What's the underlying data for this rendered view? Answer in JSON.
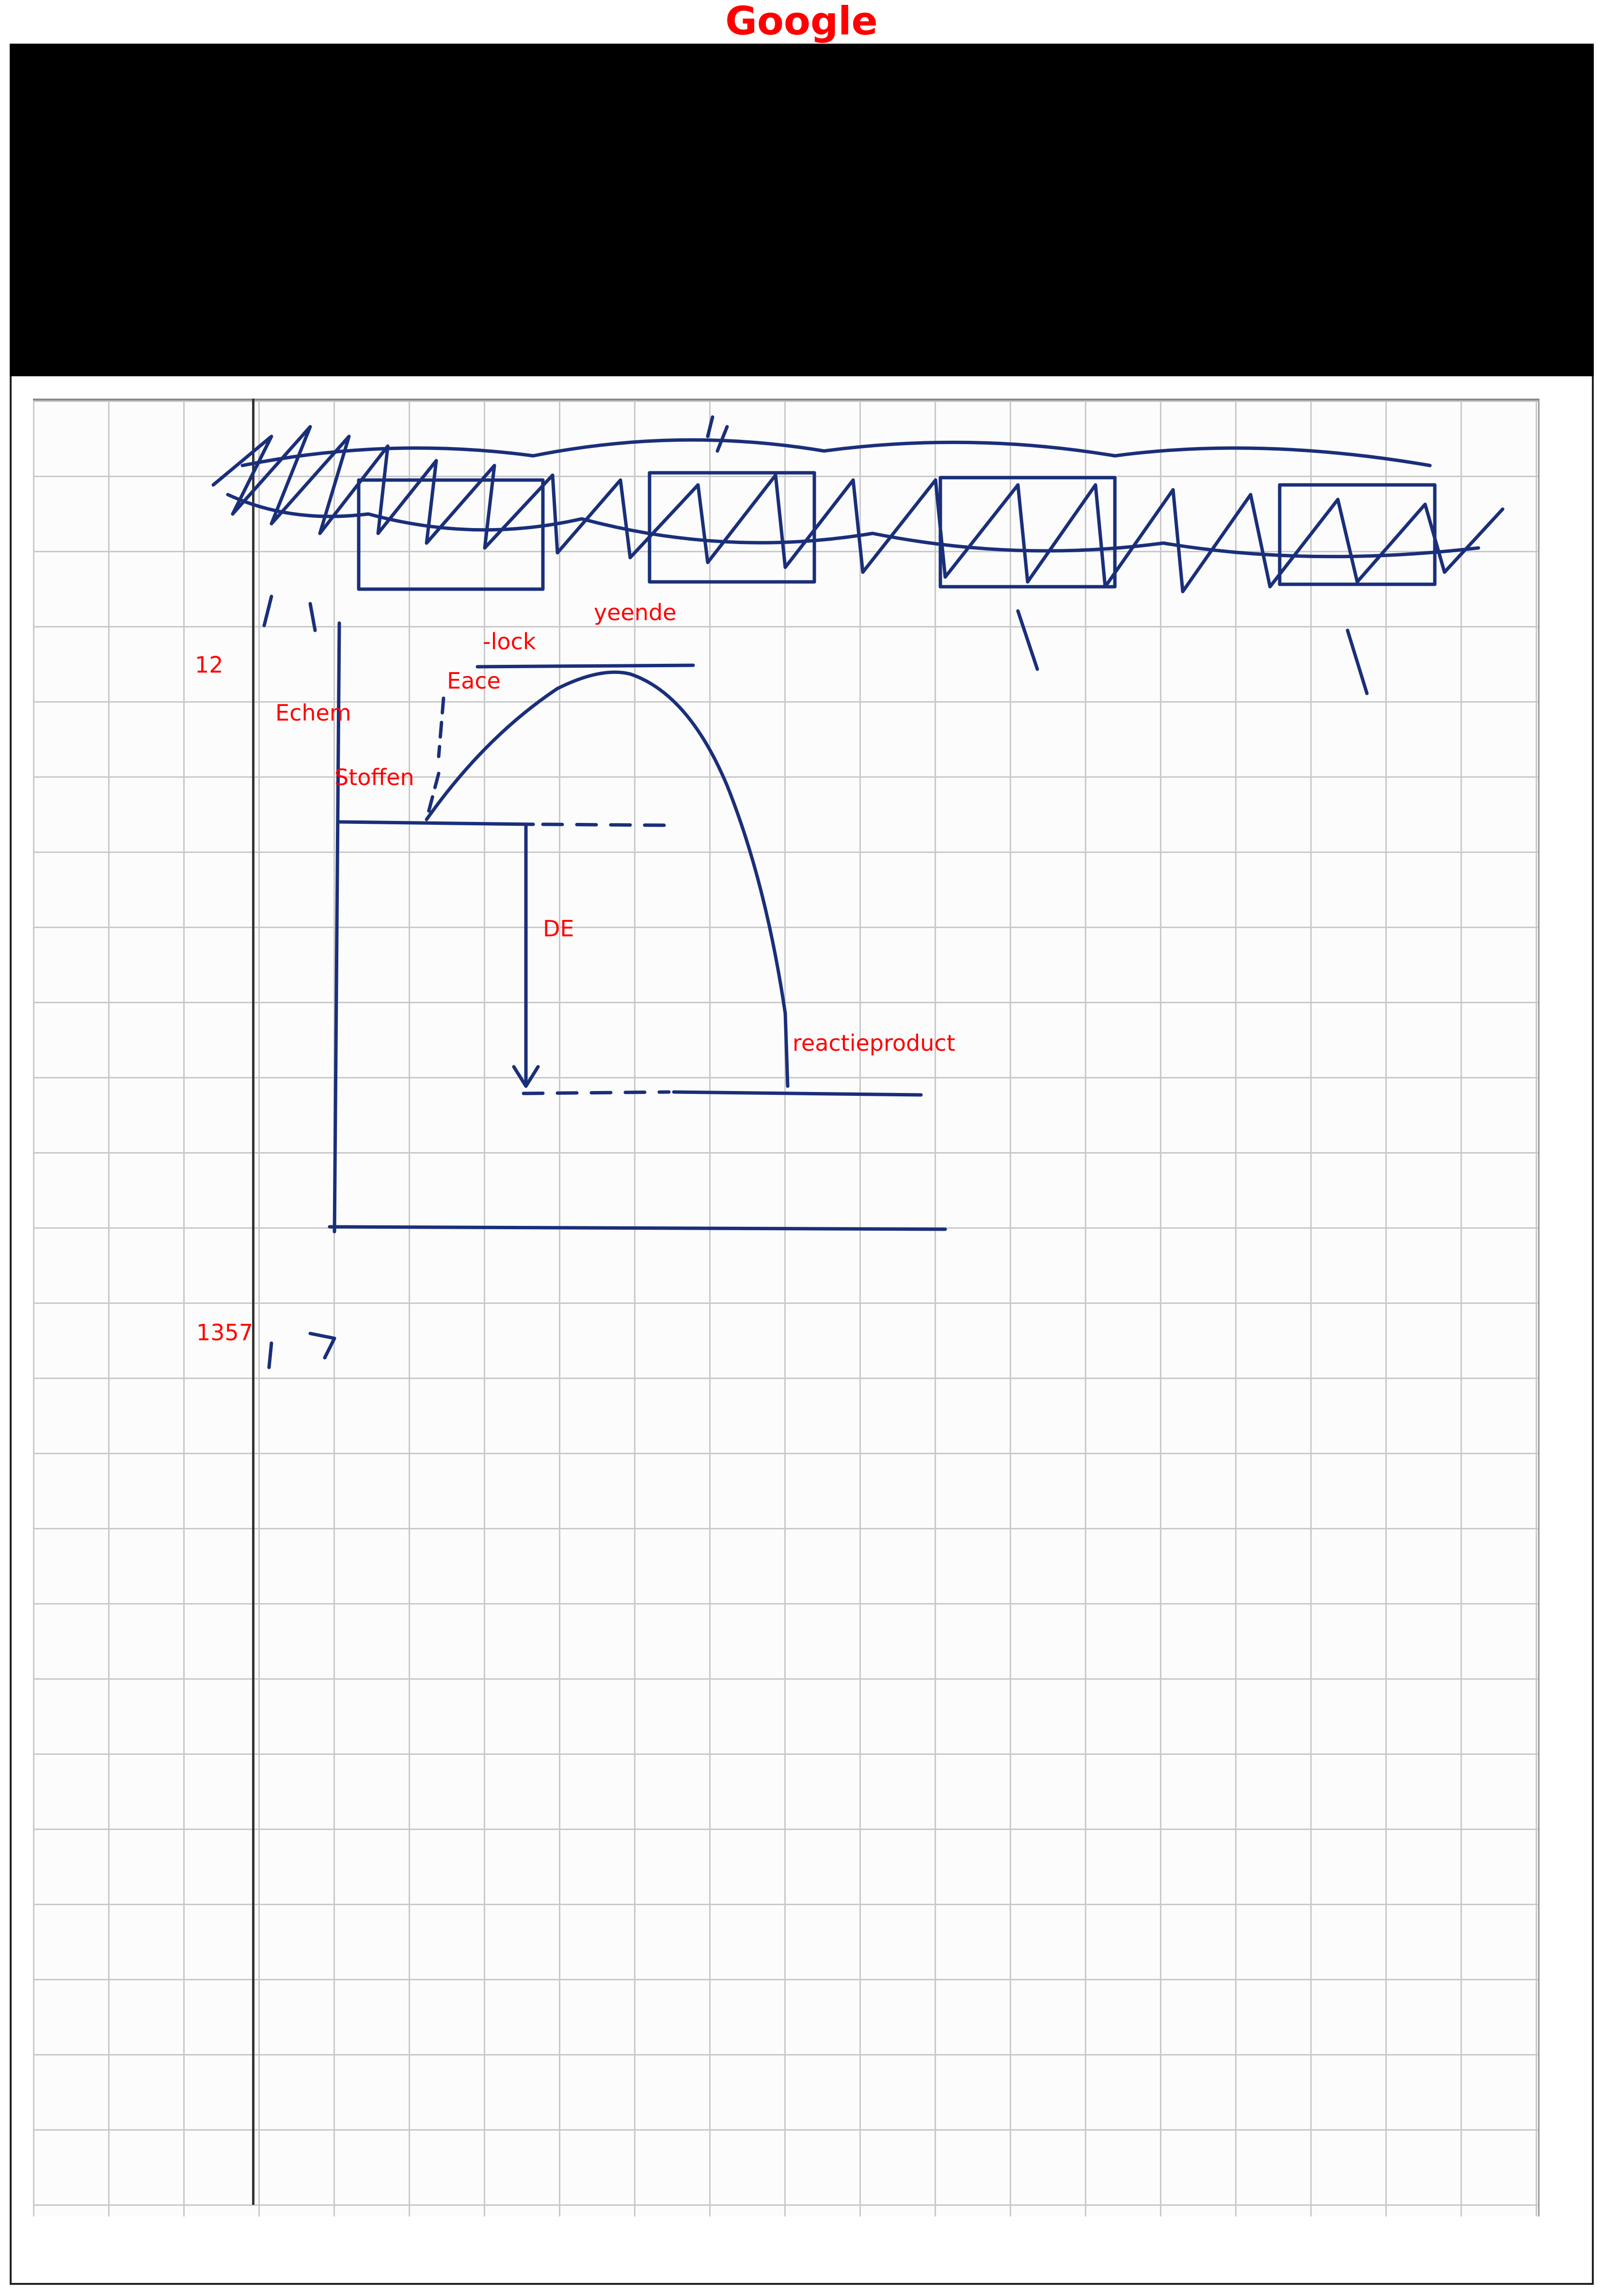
{
  "brand": {
    "title": "Google"
  },
  "annotations": {
    "label_12": "12",
    "label_echem": "Echem",
    "label_lock": "-lock",
    "label_yeende": "yeende",
    "label_eace": "Eace",
    "label_stoffen": "Stoffen",
    "label_de": "DE",
    "label_reactieproduct": "reactieproduct",
    "label_1357": "1357"
  },
  "colors": {
    "annotation": "#ff0000",
    "ink": "#1a2f7a",
    "redaction": "#000000",
    "grid": "#c9c9c9"
  }
}
